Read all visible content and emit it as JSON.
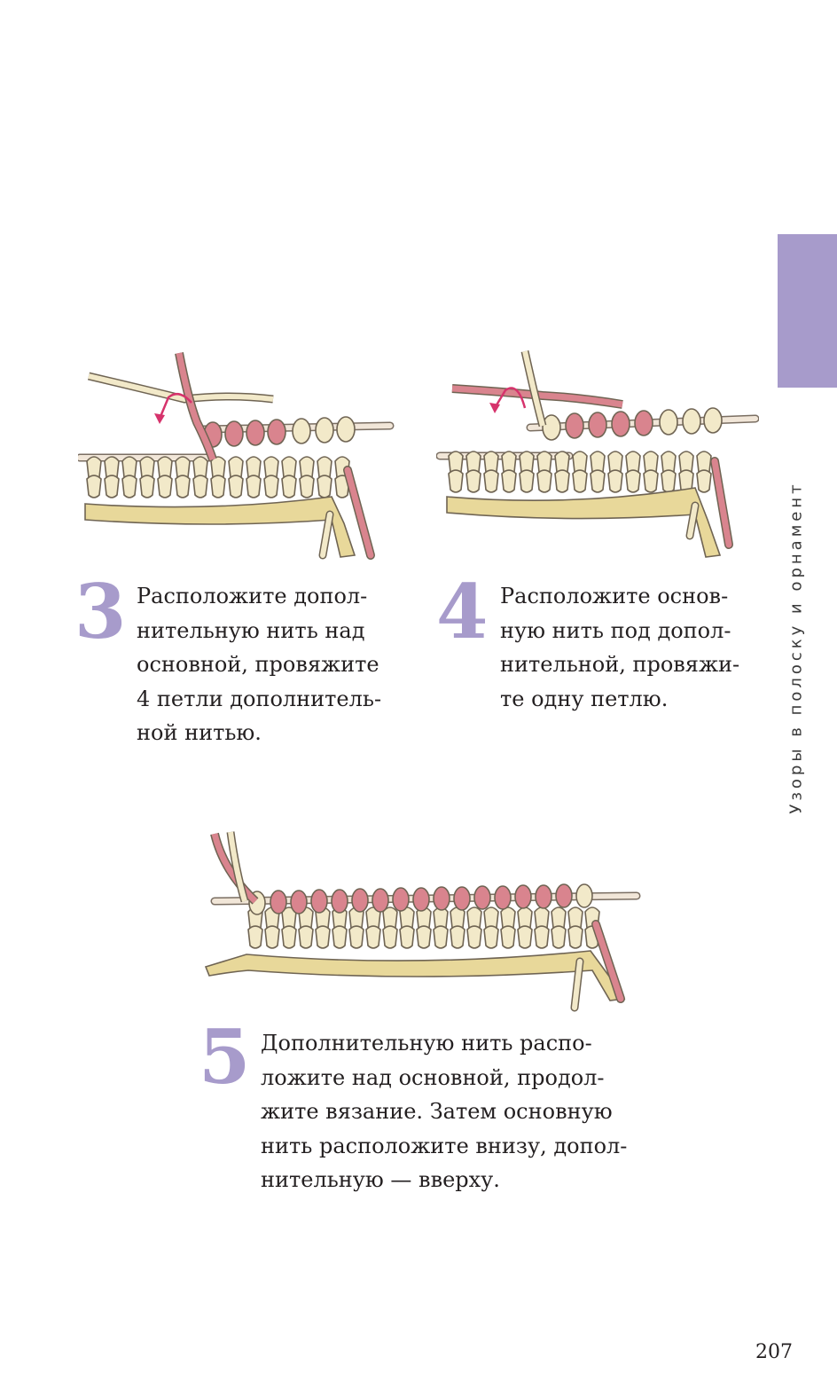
{
  "side_caption": "Узоры в полоску и орнамент",
  "colors": {
    "accent": "#a79bcb",
    "main_yarn": "#f2e9c9",
    "contrast_yarn": "#d9848e",
    "cast_on": "#e8d89a",
    "arrow": "#d6336c"
  },
  "steps": [
    {
      "number": "3",
      "lines": [
        "Расположите допол-",
        "нительную нить над",
        "основной, провяжите",
        "4 петли дополнитель-",
        "ной нитью."
      ]
    },
    {
      "number": "4",
      "lines": [
        "Расположите основ-",
        "ную нить под допол-",
        "нительной, провяжи-",
        "те одну петлю."
      ]
    },
    {
      "number": "5",
      "lines": [
        "Дополнительную нить распо-",
        "ложите над основной, продол-",
        "жите вязание. Затем основную",
        "нить расположите внизу, допол-",
        "нительную — вверху."
      ]
    }
  ],
  "page_number": "207"
}
